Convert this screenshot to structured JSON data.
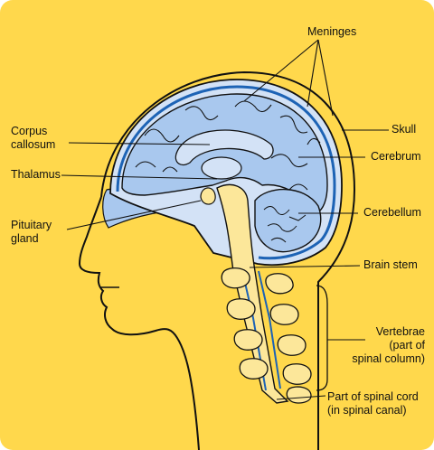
{
  "labels": {
    "meninges": "Meninges",
    "corpus": [
      "Corpus",
      "callosum"
    ],
    "skull": "Skull",
    "cerebrum": "Cerebrum",
    "thalamus": "Thalamus",
    "cerebellum": "Cerebellum",
    "pituitary": [
      "Pituitary",
      "gland"
    ],
    "brainstem": "Brain stem",
    "vertebrae": [
      "Vertebrae",
      "(part of",
      "spinal column)"
    ],
    "spinalcord": [
      "Part of spinal cord",
      "(in spinal canal)"
    ]
  },
  "colors": {
    "background": "#ffd84c",
    "brain_fill": "#a9c8ee",
    "brain_light": "#d3e2f6",
    "meninges_line": "#1d63b5",
    "brainstem_fill": "#fce79a",
    "outline": "#111111"
  }
}
